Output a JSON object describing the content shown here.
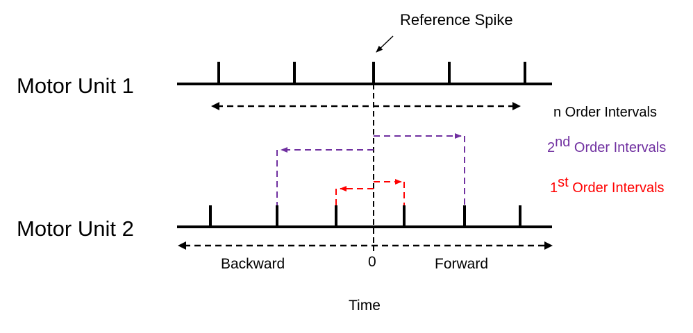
{
  "labels": {
    "reference": "Reference Spike",
    "unit1": "Motor Unit 1",
    "unit2": "Motor Unit 2",
    "n_order": "n Order Intervals",
    "second_num": "2",
    "second_sup": "nd",
    "second_text": " Order Intervals",
    "first_num": "1",
    "first_sup": "st",
    "first_text": " Order Intervals",
    "backward": "Backward",
    "zero": "0",
    "forward": "Forward",
    "time": "Time"
  },
  "colors": {
    "line": "#000000",
    "second_order": "#7030a0",
    "first_order": "#ff0000"
  }
}
